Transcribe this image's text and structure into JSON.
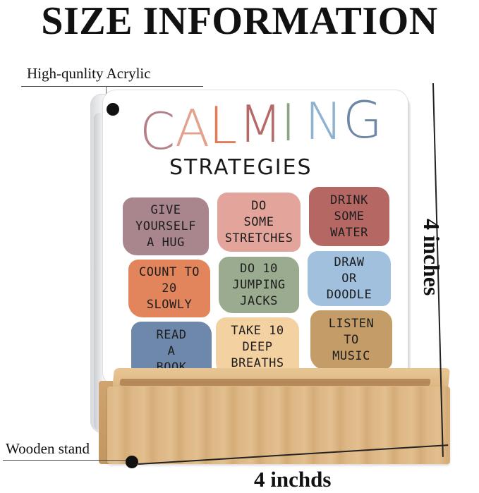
{
  "heading": "SIZE INFORMATION",
  "callouts": {
    "acrylic": "High-qunlity Acrylic",
    "stand": "Wooden stand"
  },
  "dimensions": {
    "height": "4 inches",
    "width": "4 inchds"
  },
  "sign": {
    "title_letters": [
      {
        "char": "C",
        "color": "#b48088"
      },
      {
        "char": "A",
        "color": "#e3a28e"
      },
      {
        "char": "L",
        "color": "#e47b57"
      },
      {
        "char": "M",
        "color": "#b56a67"
      },
      {
        "char": "I",
        "color": "#8ca482"
      },
      {
        "char": "N",
        "color": "#8fb2d1"
      },
      {
        "char": "G",
        "color": "#6e87a7"
      }
    ],
    "subtitle": "STRATEGIES",
    "cards": [
      {
        "text": "GIVE\nYOURSELF\nA HUG",
        "color": "#a9858d"
      },
      {
        "text": "DO\nSOME\nSTRETCHES",
        "color": "#e3a49b"
      },
      {
        "text": "DRINK\nSOME\nWATER",
        "color": "#b56764"
      },
      {
        "text": "COUNT TO\n20\nSLOWLY",
        "color": "#e3855c"
      },
      {
        "text": "DO 10\nJUMPING\nJACKS",
        "color": "#9aab8f"
      },
      {
        "text": "DRAW\nOR\nDOODLE",
        "color": "#a0c0de"
      },
      {
        "text": "READ\nA\nBOOK",
        "color": "#6d88aa"
      },
      {
        "text": "TAKE 10\nDEEP\nBREATHS",
        "color": "#f4d1a1"
      },
      {
        "text": "LISTEN\nTO\nMUSIC",
        "color": "#c49c67"
      }
    ]
  }
}
